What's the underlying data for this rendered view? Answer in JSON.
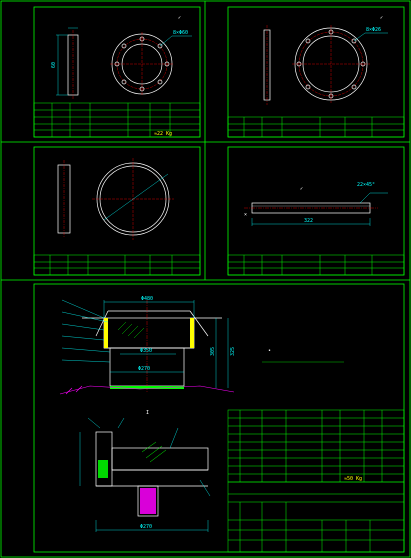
{
  "colors": {
    "background": "#000000",
    "frame": "#00ff00",
    "outline": "#ffffff",
    "dimension": "#00ffff",
    "annotation": "#ffff00",
    "hatch": "#ff00ff"
  },
  "sheets": {
    "plate_a": {
      "dims": {
        "dim_a": "60",
        "dim_b": "8×Φ60"
      },
      "title_block": {
        "weight": "≈22 Kg"
      }
    },
    "plate_b": {
      "dims": {
        "dim_a": "8×Φ26"
      }
    },
    "shaft": {
      "dims": {
        "length": "322",
        "chamfer": "22×45°"
      }
    },
    "assembly": {
      "dims": {
        "top": "Φ480",
        "mid": "Φ350",
        "low": "Φ270",
        "side1": "305",
        "side2": "325",
        "detail_bottom": "Φ270"
      },
      "section_mark": "I",
      "parts_table": {
        "weight": "≈50 Kg"
      }
    }
  }
}
